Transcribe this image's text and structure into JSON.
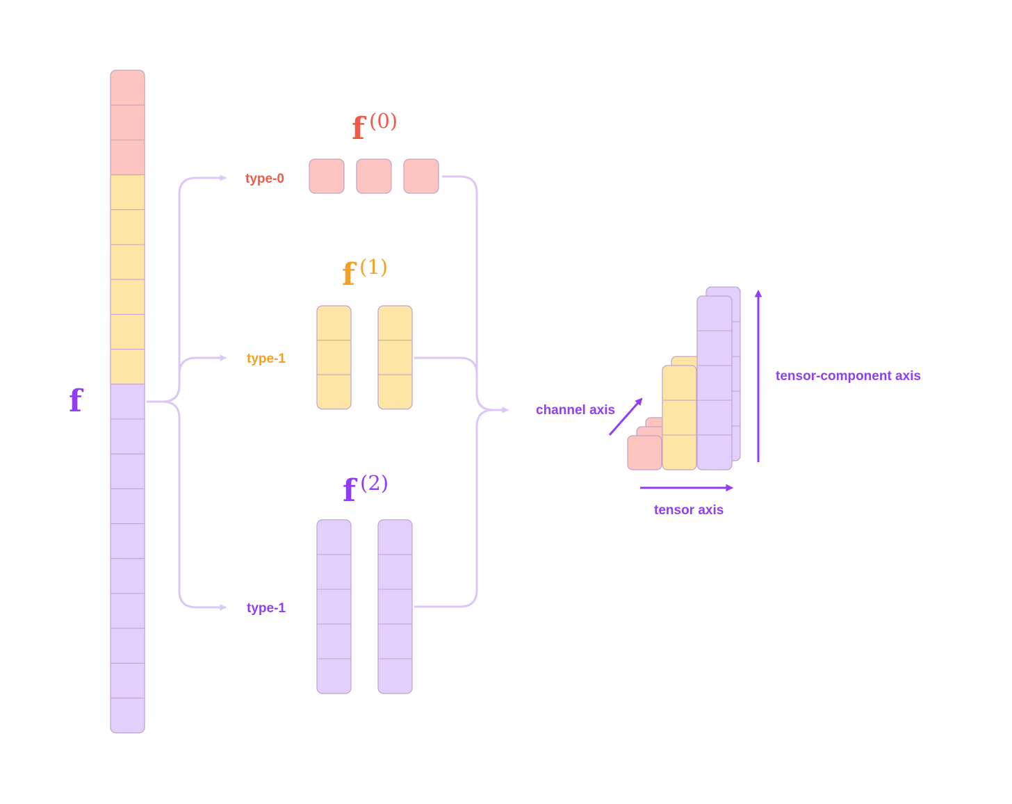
{
  "colors": {
    "red_fill": "#fec4c0",
    "yellow_fill": "#fde6a5",
    "purple_fill": "#e3cffb",
    "cell_stroke": "#bfa3c9",
    "connector": "#ddc7f7",
    "red_text": "#f25a47",
    "orange_text": "#f4a122",
    "purple_text": "#8f3ef0",
    "axis_arrow": "#8f3ef0"
  },
  "input": {
    "label": "f",
    "cells": {
      "red": 3,
      "yellow": 6,
      "purple": 10
    }
  },
  "branches": [
    {
      "label": "type-0",
      "color": "red",
      "symbol": "f",
      "superscript": "(0)",
      "columns": 3,
      "rows": 1
    },
    {
      "label": "type-1",
      "color": "yellow",
      "symbol": "f",
      "superscript": "(1)",
      "columns": 2,
      "rows": 3
    },
    {
      "label": "type-1",
      "color": "purple",
      "symbol": "f",
      "superscript": "(2)",
      "columns": 2,
      "rows": 5
    }
  ],
  "output": {
    "channel_axis": "channel axis",
    "tensor_axis": "tensor axis",
    "tensor_component_axis": "tensor-component axis"
  }
}
